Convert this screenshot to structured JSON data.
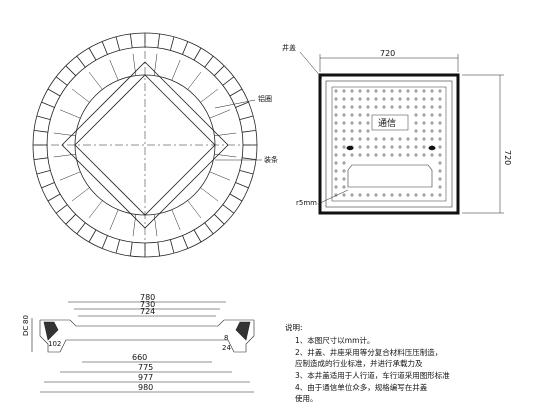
{
  "plan_view": {
    "label_ring": "铝圈",
    "label_bar": "装条"
  },
  "cover_view": {
    "label_frame": "井盖",
    "width_dim": "720",
    "height_dim": "720",
    "cover_text": "通信",
    "groove_note": "r5mm"
  },
  "section_view": {
    "dims_top": [
      "780",
      "730",
      "724"
    ],
    "dims_bottom": [
      "660",
      "775",
      "977",
      "980"
    ],
    "left_labels": [
      "DC",
      "80"
    ],
    "left_dim_bottom": "102",
    "right_dims": [
      "8",
      "24"
    ]
  },
  "notes": {
    "title": "说明:",
    "lines": [
      "1、本图尺寸以mm计。",
      "2、井盖、井座采用等分复合材料压压制造，",
      "   应制造成的行业标准，并进行承载力及",
      "3、本井盖适用于人行道，车行道采用图形标准",
      "4、由于通信单位众多，规格编写在井盖",
      "   使用。"
    ]
  }
}
